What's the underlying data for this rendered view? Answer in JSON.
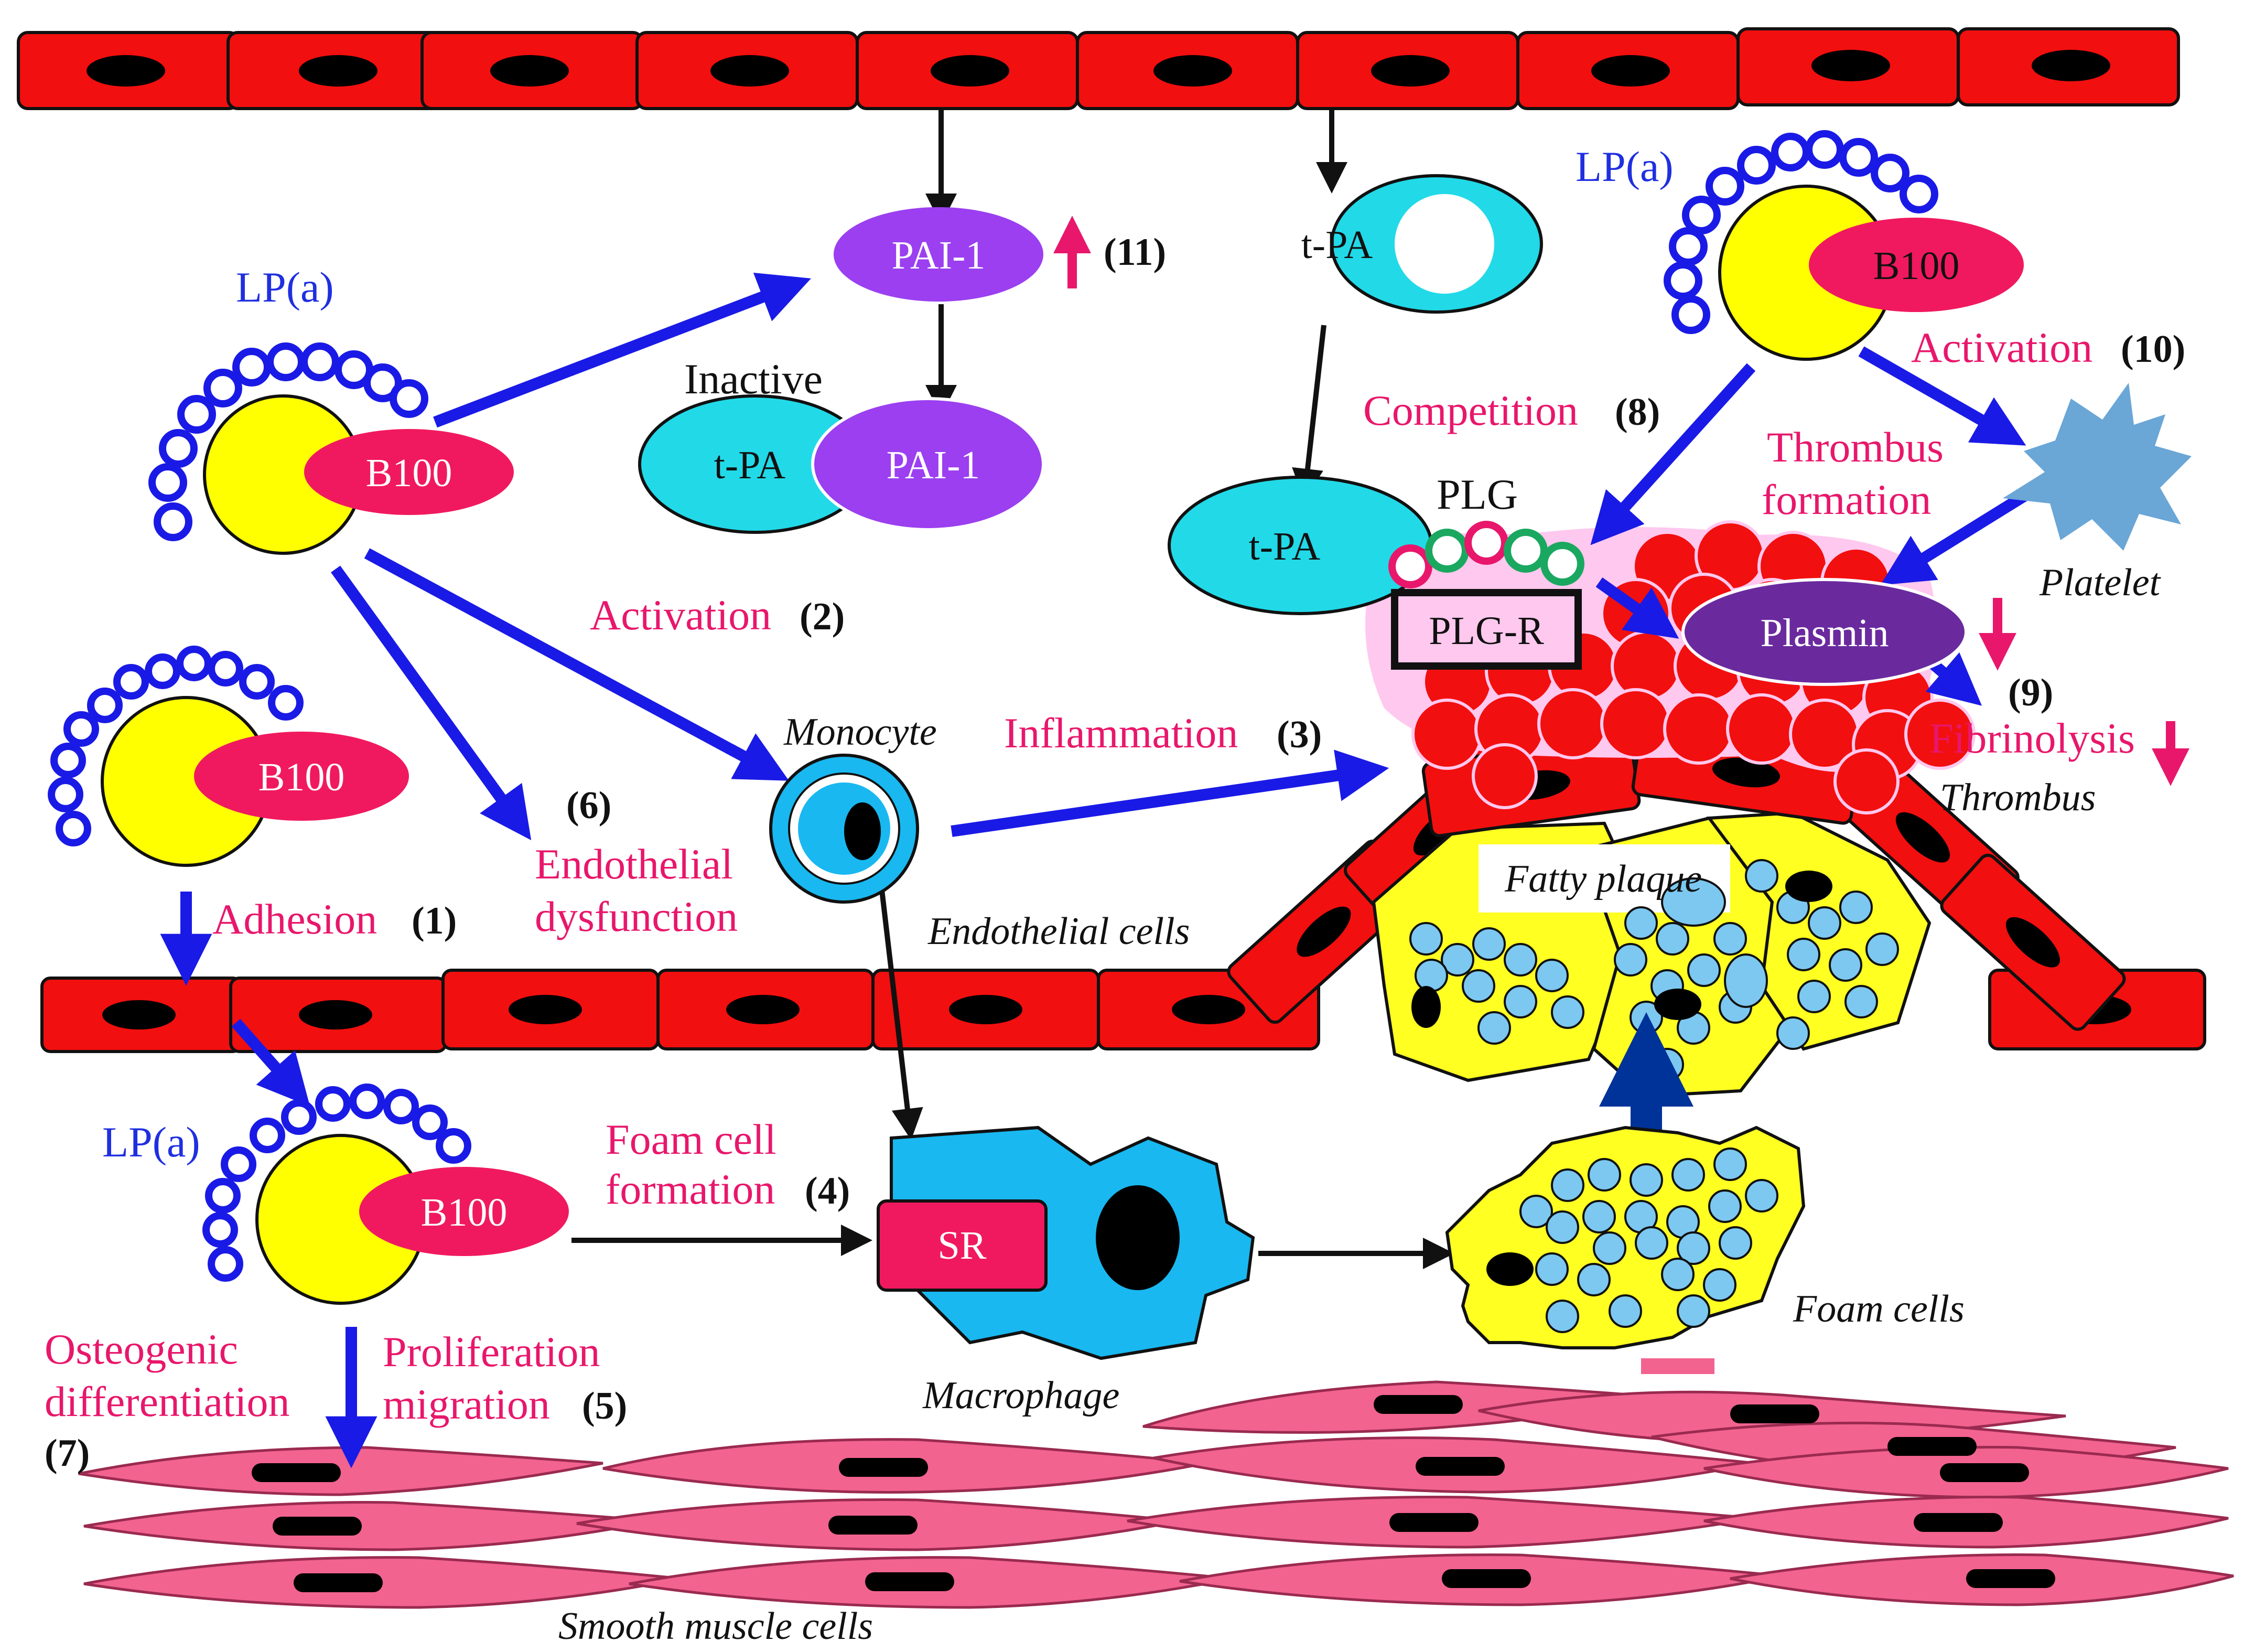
{
  "labels": {
    "lpa": "LP(a)",
    "b100": "B100",
    "pai1": "PAI-1",
    "tpa": "t-PA",
    "inactive": "Inactive",
    "plg": "PLG",
    "plg_r": "PLG-R",
    "plasmin": "Plasmin",
    "sr": "SR",
    "competition": "Competition",
    "activation": "Activation",
    "thrombus_formation_line1": "Thrombus",
    "thrombus_formation_line2": "formation",
    "inflammation": "Inflammation",
    "adhesion": "Adhesion",
    "endothelial_dysfunction_line1": "Endothelial",
    "endothelial_dysfunction_line2": "dysfunction",
    "foam_cell_formation_line1": "Foam cell",
    "foam_cell_formation_line2": "formation",
    "osteogenic_line1": "Osteogenic",
    "osteogenic_line2": "differentiation",
    "proliferation_line1": "Proliferation",
    "proliferation_line2": "migration",
    "fibrinolysis": "Fibrinolysis"
  },
  "numbers": {
    "n1": "(1)",
    "n2": "(2)",
    "n3": "(3)",
    "n4": "(4)",
    "n5": "(5)",
    "n6": "(6)",
    "n7": "(7)",
    "n8": "(8)",
    "n9": "(9)",
    "n10": "(10)",
    "n11": "(11)"
  },
  "captions": {
    "monocyte": "Monocyte",
    "platelet": "Platelet",
    "thrombus": "Thrombus",
    "fatty_plaque": "Fatty plaque",
    "endothelial_cells": "Endothelial cells",
    "macrophage": "Macrophage",
    "foam_cells": "Foam cells",
    "smooth_muscle_cells": "Smooth muscle cells"
  },
  "colors": {
    "endothelium": "#f20f0f",
    "lipoprotein_core": "#ffff00",
    "apo_b100": "#f0195f",
    "apo_a_ring": "#1a1ae6",
    "pai1": "#9b3ff0",
    "tpa": "#22d9e8",
    "plasmin": "#6a2a9e",
    "plg_r_box": "#ffc8ee",
    "platelet": "#6aa6d6",
    "macrophage": "#19b8f0",
    "foam_droplet": "#7cc8f0",
    "smooth_muscle": "#f2638f",
    "pink_label": "#e8176b",
    "blue_arrow": "#1a1ae6",
    "navy_arrow": "#003399"
  }
}
